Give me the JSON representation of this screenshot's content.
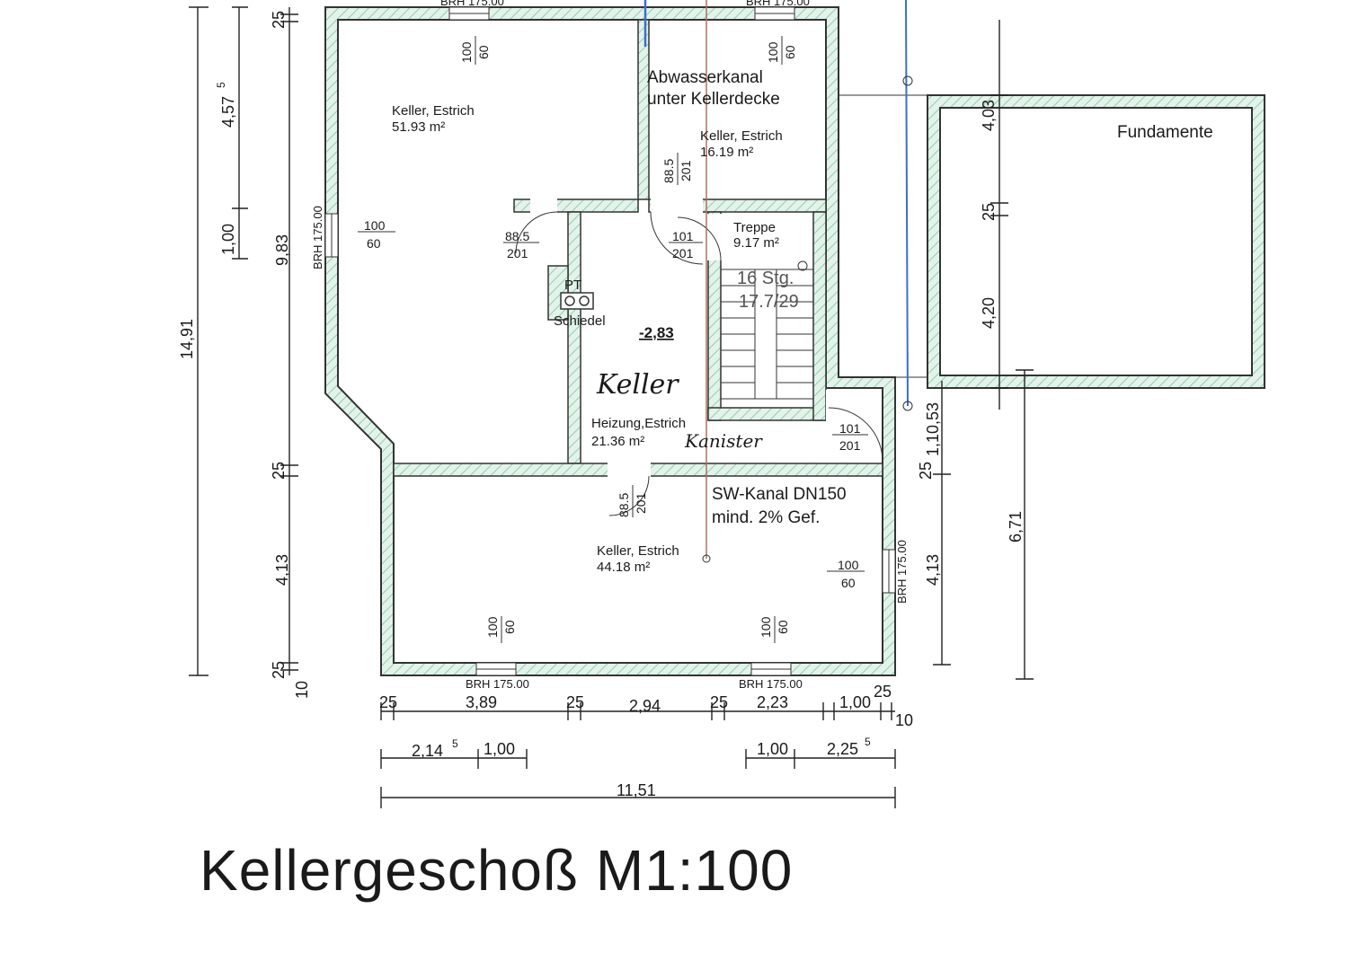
{
  "title": "Kellergeschoß M1:100",
  "rooms": {
    "r1_name": "Keller, Estrich",
    "r1_area": "51.93 m²",
    "r2_name": "Keller, Estrich",
    "r2_area": "16.19 m²",
    "r3_name": "Treppe",
    "r3_area": "9.17 m²",
    "r4_name": "Heizung,Estrich",
    "r4_area": "21.36 m²",
    "r5_name": "Keller, Estrich",
    "r5_area": "44.18 m²",
    "fundamente": "Fundamente"
  },
  "notes": {
    "abwasser1": "Abwasserkanal",
    "abwasser2": "unter Kellerdecke",
    "sw1": "SW-Kanal DN150",
    "sw2": "mind. 2% Gef.",
    "level": "-2,83",
    "pt": "PT",
    "schiedel": "Schiedel",
    "stairs1": "16 Stg.",
    "stairs2": "17.7/29",
    "hand_keller": "Keller",
    "hand_kanister": "Kanister"
  },
  "openings": {
    "w100": "100",
    "w60": "60",
    "d885": "88.5",
    "d201": "201",
    "d101": "101",
    "brh": "BRH 175.00"
  },
  "dims": {
    "v1491": "14,91",
    "v983": "9,83",
    "v4575": "4,57",
    "v4575sup": "5",
    "v100": "1,00",
    "v25": "25",
    "v413": "4,13",
    "v10": "10",
    "r403": "4,03",
    "r420": "4,20",
    "r053": "1,10,53",
    "r671": "6,71",
    "b389": "3,89",
    "b294": "2,94",
    "b223": "2,23",
    "b100": "1,00",
    "b2145": "2,14",
    "b2145sup": "5",
    "b2255": "2,25",
    "b2255sup": "5",
    "b1151": "11,51"
  }
}
